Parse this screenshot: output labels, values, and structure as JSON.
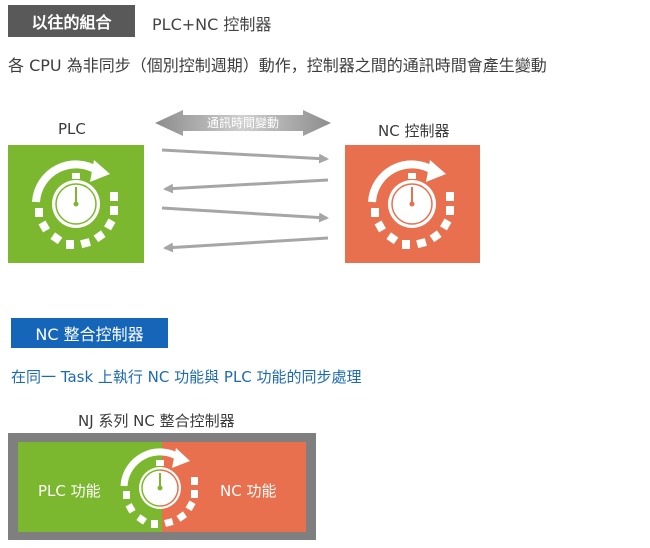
{
  "section1": {
    "tag": "以往的組合",
    "subtitle": "PLC+NC 控制器",
    "description": "各 CPU 為非同步（個別控制週期）動作，控制器之間的通訊時間會產生變動",
    "plc_label": "PLC",
    "nc_label": "NC 控制器",
    "arrow_label": "通訊時間變動"
  },
  "section2": {
    "tag": "NC 整合控制器",
    "description": "在同一 Task 上執行 NC 功能與 PLC 功能的同步處理",
    "box_title": "NJ 系列 NC 整合控制器",
    "plc_function": "PLC 功能",
    "nc_function": "NC 功能"
  },
  "colors": {
    "plc_green": "#7cb82f",
    "nc_orange": "#e8704e",
    "tag_gray": "#595959",
    "tag_blue": "#1565b8",
    "frame_gray": "#7f7f7f",
    "arrow_gray": "#a6a6a6"
  },
  "icons": [
    "cycle-clock-icon",
    "double-arrow-icon"
  ]
}
